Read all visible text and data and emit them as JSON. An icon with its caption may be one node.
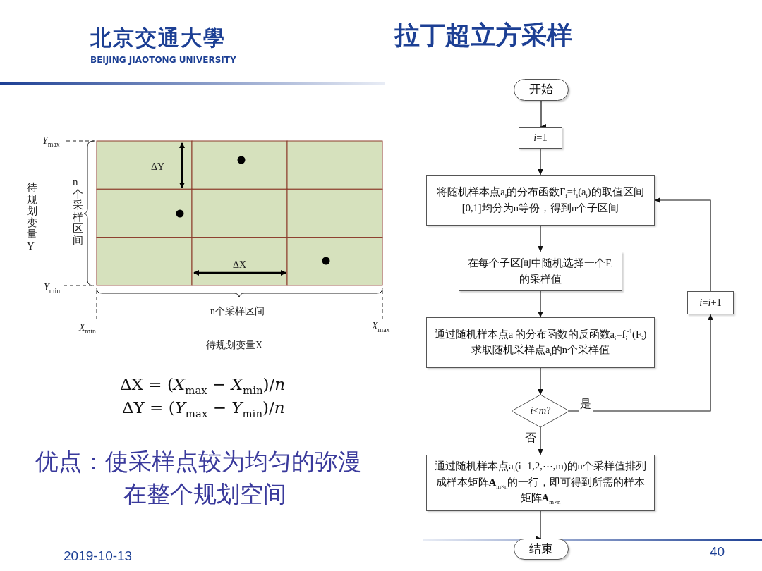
{
  "diagram": {
    "title": "拉丁超立方采样",
    "nodes": [
      {
        "text": [
          "开始"
        ]
      },
      {
        "text": [
          "*i*=1"
        ]
      },
      {
        "text": [
          "将随机样本点a$_{i}$的分布函数F$_{i}$=f$_{i}$(a$_{i}$)的取值区间[0,1]均分为n等份，得到n个子区间"
        ]
      },
      {
        "text": [
          "在每个子区间中随机选择一个F$_{i}$的采样值"
        ]
      },
      {
        "text": [
          "通过随机样本点a$_{i}$的分布函数的反函数a$_{i}$=f$_{i}$$^{-1}$(F$_{i}$)求取随机采样点a$_{i}$的n个采样值"
        ]
      },
      {
        "text": [
          "*i*<*m*?"
        ]
      },
      {
        "text": [
          "通过随机样本点a$_{i}$(i=1,2,⋯,m)的n个采样值排列成样本矩阵**A**$_{m×n}$的一行，即可得到所需的样本矩阵**A**$_{m×n}$"
        ]
      },
      {
        "text": [
          "结束"
        ]
      },
      {
        "text": [
          "*i*=*i*+1"
        ]
      }
    ],
    "edges": [
      {
        "from": 0,
        "to": 1,
        "arrow": "to"
      },
      {
        "from": 1,
        "to": 2,
        "arrow": "to"
      },
      {
        "from": 2,
        "to": 3,
        "arrow": "to"
      },
      {
        "from": 3,
        "to": 4,
        "arrow": "to"
      },
      {
        "from": 4,
        "to": 5,
        "arrow": "to"
      },
      {
        "from": 5,
        "to": 8,
        "arrow": "to",
        "label": "是"
      },
      {
        "from": 8,
        "to": 2,
        "arrow": "to"
      },
      {
        "from": 5,
        "to": 6,
        "arrow": "to",
        "label": "否"
      },
      {
        "from": 6,
        "to": 7,
        "arrow": "to"
      }
    ],
    "labels": [
      "北京交通大學",
      "BEIJING JIAOTONG UNIVERSITY",
      "*Y*$_{max}$",
      "ΔY",
      "待规划变量Y",
      "n个采样区间",
      "ΔX",
      "*Y*$_{min}$",
      "n个采样区间",
      "*X*$_{min}$",
      "*X*$_{max}$",
      "待规划变量X",
      "ΔX = (*X*$_{max}$ − *X*$_{min}$)/*n*",
      "ΔY = (*Y*$_{max}$ − *Y*$_{min}$)/*n*",
      "优点：使采样点较为均匀的弥漫在整个规划空间",
      "2019-10-13",
      "40"
    ]
  }
}
